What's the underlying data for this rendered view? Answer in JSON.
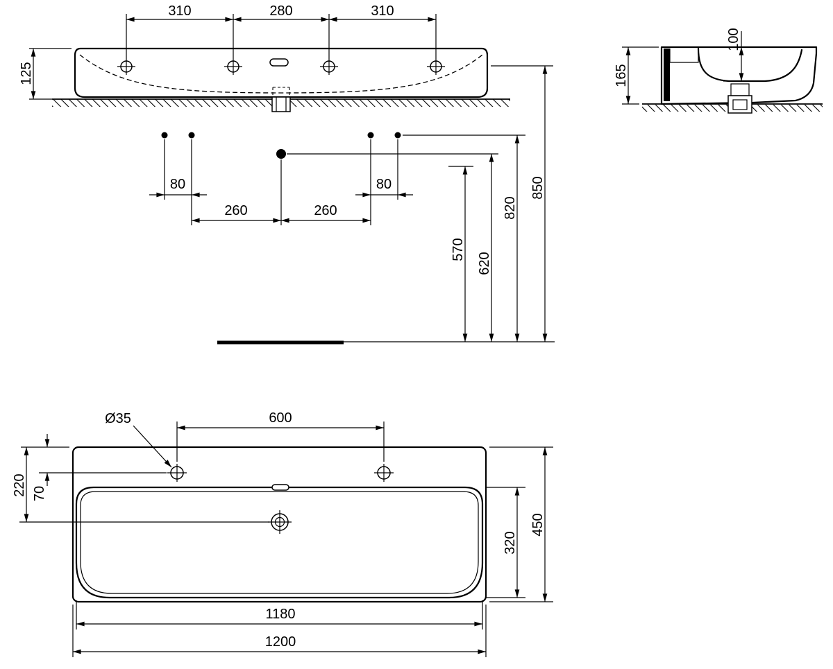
{
  "colors": {
    "ink": "#000000",
    "background": "#ffffff"
  },
  "front_view": {
    "tap_span_left": "310",
    "tap_span_center": "280",
    "tap_span_right": "310",
    "front_height": "125"
  },
  "installation": {
    "fixing_pair_left": "80",
    "fixing_pair_right": "80",
    "fixing_to_drain_left": "260",
    "fixing_to_drain_right": "260",
    "height_trap": "570",
    "height_drain": "620",
    "height_fixing": "820",
    "height_rim": "850"
  },
  "side_view": {
    "overall_height": "165",
    "bowl_depth": "100"
  },
  "plan_view": {
    "tap_hole_diameter": "Ø35",
    "tap_hole_spacing": "600",
    "rear_to_drain": "220",
    "rear_to_tap": "70",
    "bowl_depth": "320",
    "overall_depth": "450",
    "bowl_width": "1180",
    "overall_width": "1200"
  }
}
